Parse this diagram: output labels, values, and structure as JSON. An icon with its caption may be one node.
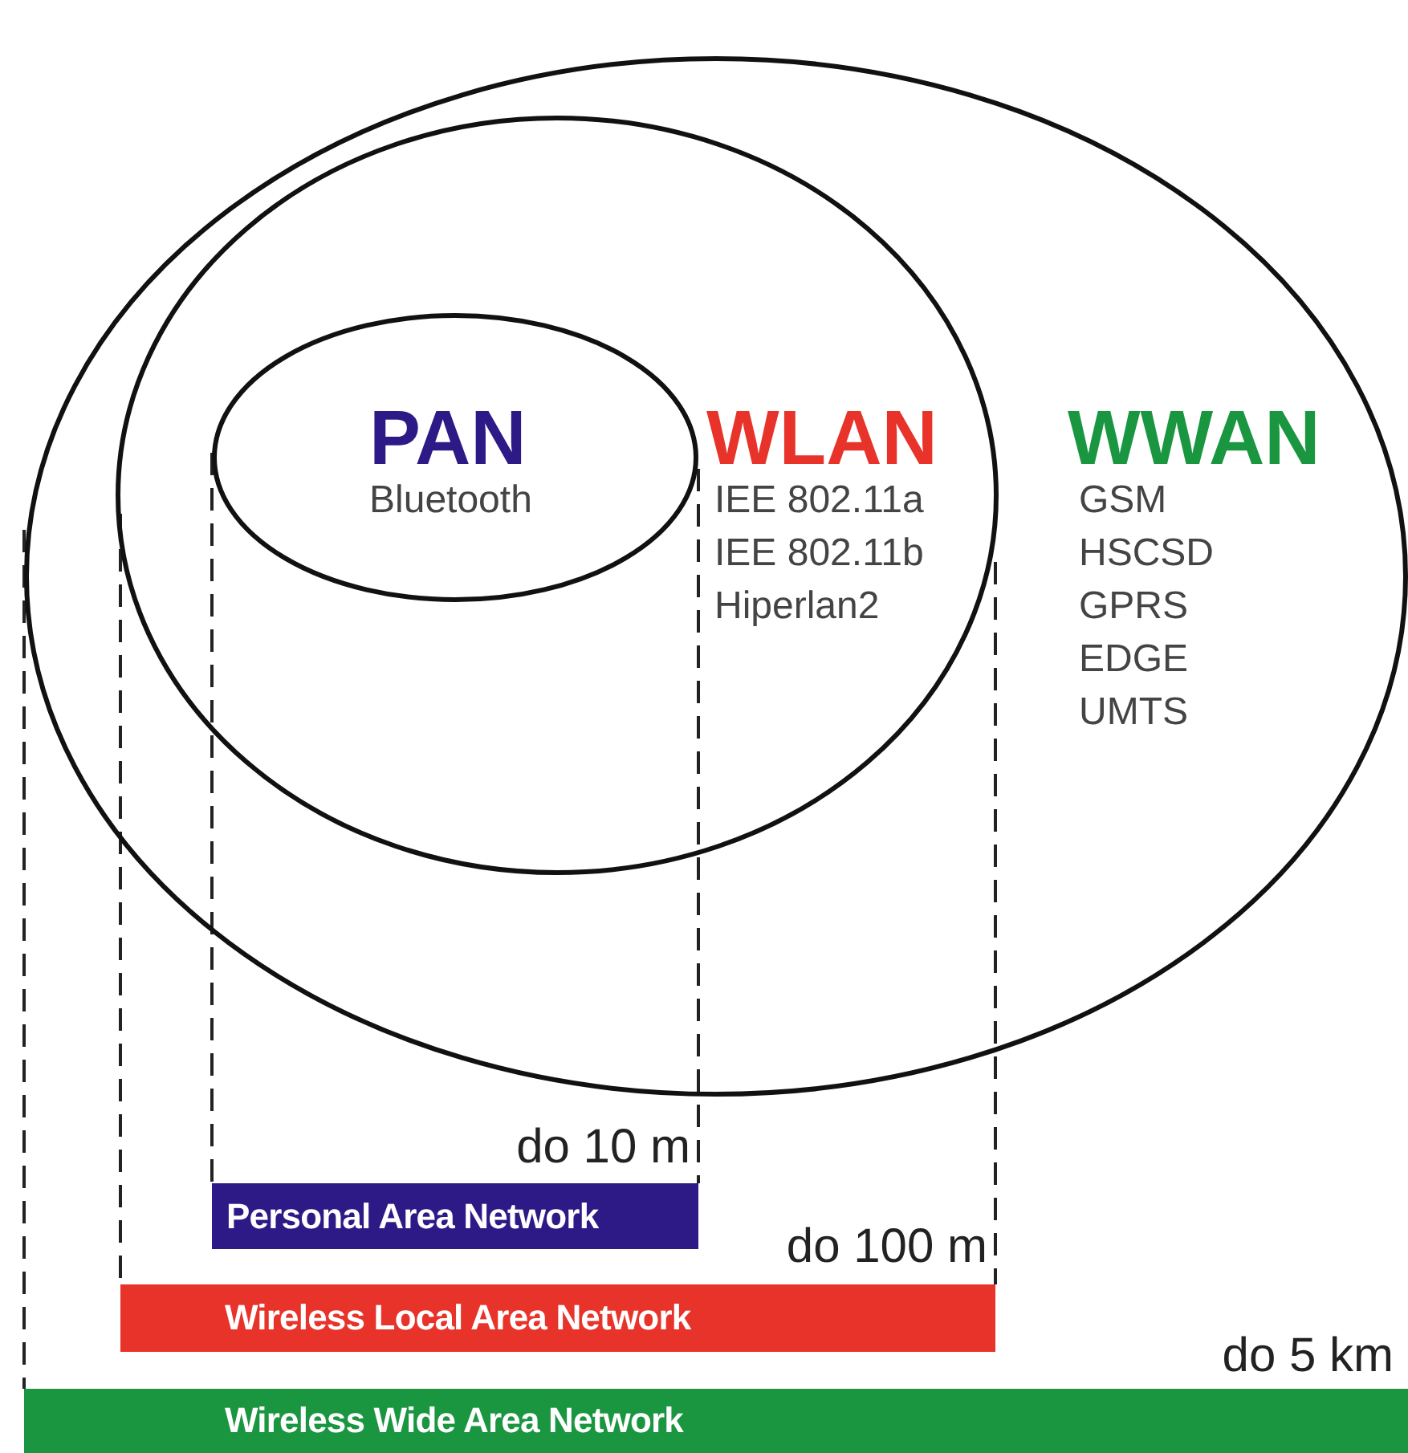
{
  "diagram": {
    "nodes": [
      {
        "text": [
          "WWAN",
          "GSM",
          "HSCSD",
          "GPRS",
          "EDGE",
          "UMTS"
        ]
      },
      {
        "text": [
          "WLAN",
          "IEE 802.11a",
          "IEE 802.11b",
          "Hiperlan2"
        ],
        "in": 0
      },
      {
        "text": [
          "PAN",
          "Bluetooth"
        ],
        "in": 1
      },
      {
        "text": [
          "Personal Area Network"
        ],
        "beside": [
          "do 10 m"
        ]
      },
      {
        "text": [
          "Wireless Local Area Network"
        ],
        "beside": [
          "do 100 m"
        ]
      },
      {
        "text": [
          "Wireless Wide Area Network"
        ],
        "beside": [
          "do 5 km"
        ]
      }
    ],
    "edges": []
  }
}
